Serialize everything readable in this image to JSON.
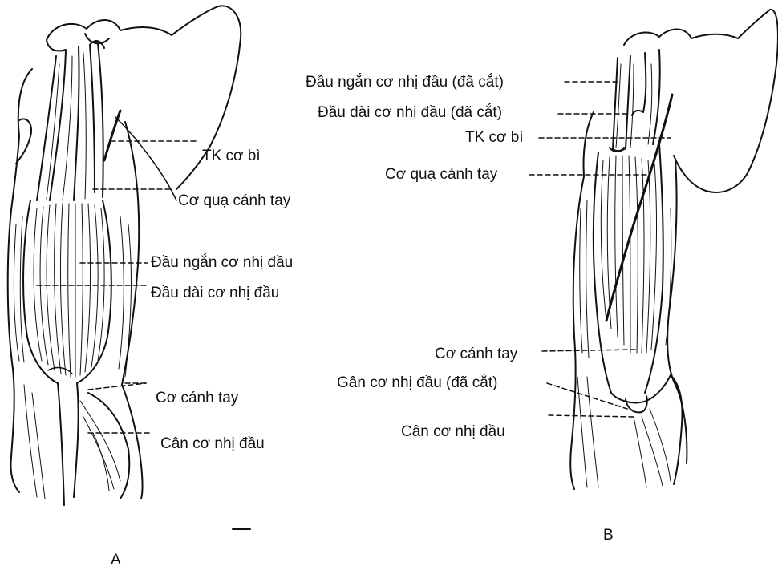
{
  "figure_a": {
    "panel_label": "A",
    "labels": {
      "musculocutaneous_nerve": "TK cơ bì",
      "coracobrachialis": "Cơ quạ cánh tay",
      "biceps_short_head": "Đầu ngắn cơ nhị đầu",
      "biceps_long_head": "Đầu dài cơ nhị đầu",
      "brachialis": "Cơ cánh tay",
      "bicipital_aponeurosis": "Cân cơ nhị đầu"
    }
  },
  "figure_b": {
    "panel_label": "B",
    "labels": {
      "biceps_short_head_cut": "Đầu ngắn cơ nhị đầu (đã cắt)",
      "biceps_long_head_cut": "Đầu dài cơ nhị đầu (đã cắt)",
      "musculocutaneous_nerve": "TK cơ bì",
      "coracobrachialis": "Cơ quạ cánh tay",
      "brachialis": "Cơ cánh tay",
      "biceps_tendon_cut": "Gân cơ nhị đầu (đã cắt)",
      "bicipital_aponeurosis": "Cân cơ nhị đầu"
    }
  },
  "colors": {
    "ink": "#111111",
    "background": "#ffffff"
  }
}
